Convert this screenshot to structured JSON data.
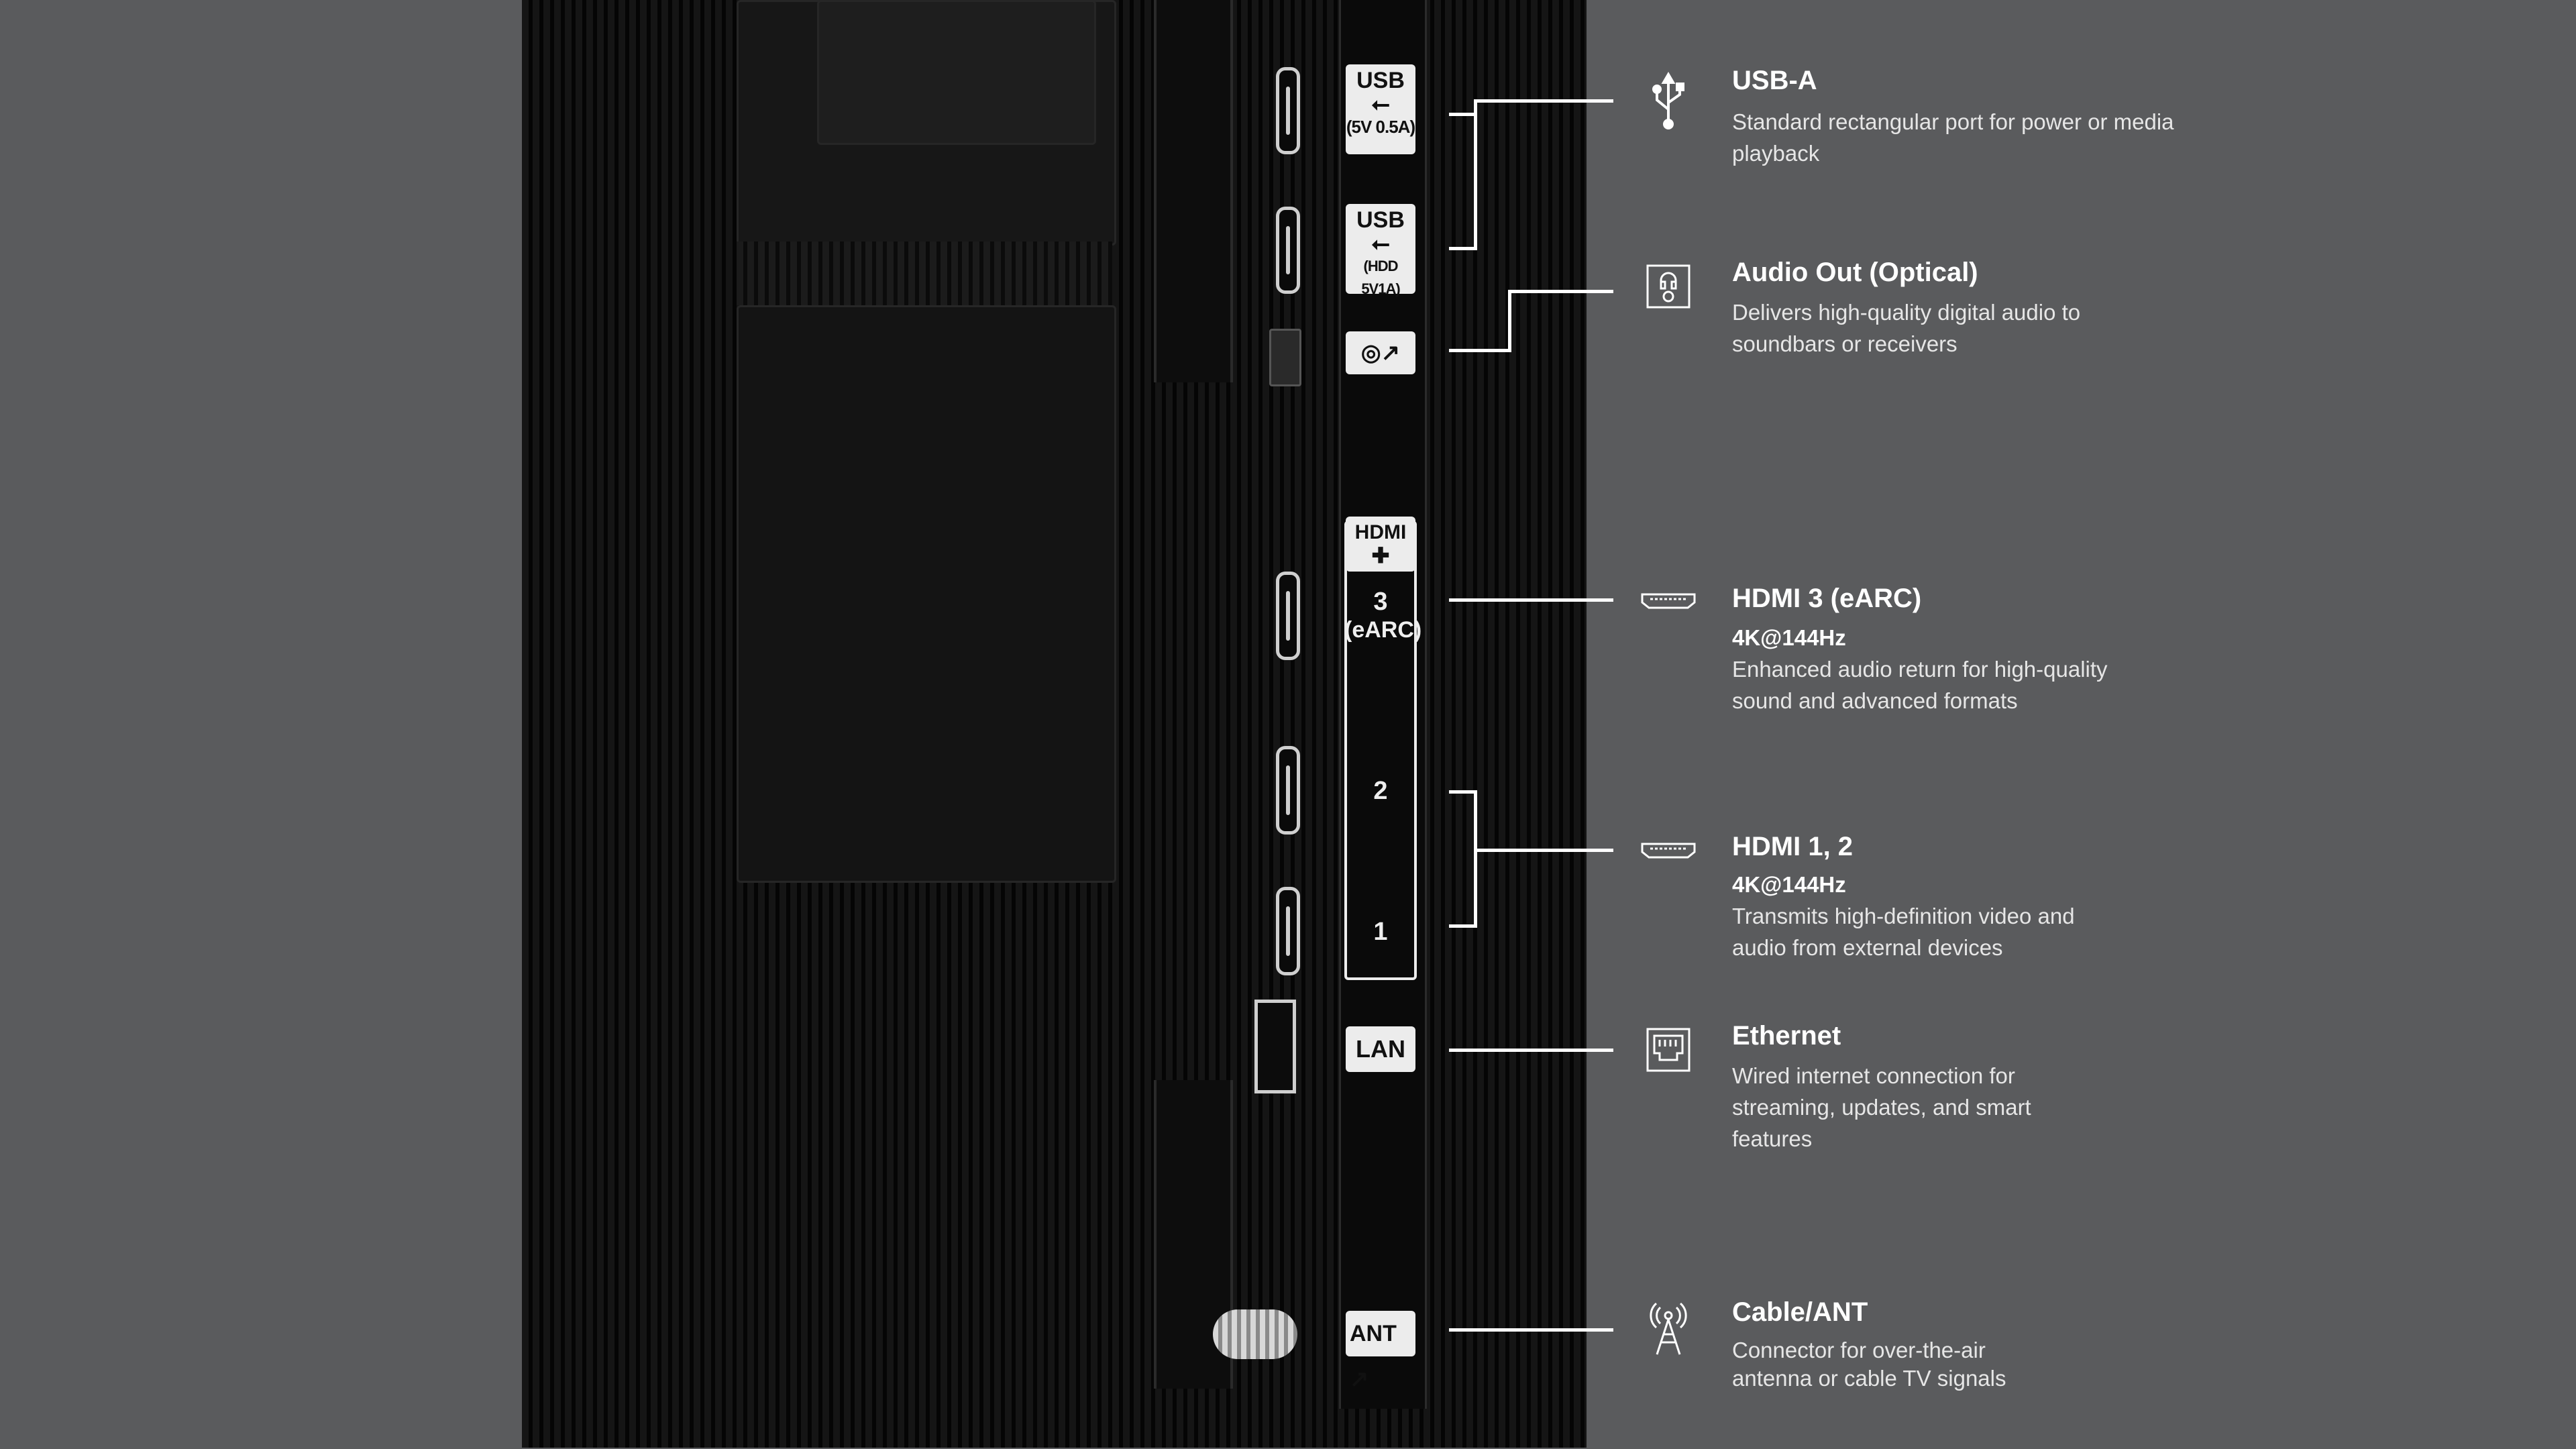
{
  "port_labels": {
    "usb1_top": "USB",
    "usb1_bottom": "(5V 0.5A)",
    "usb2_top": "USB",
    "usb2_bottom": "(HDD 5V1A)",
    "hdmi_top": "HDMI",
    "hdmi3": "3",
    "hdmi3_sub": "(eARC)",
    "hdmi2": "2",
    "hdmi1": "1",
    "lan": "LAN",
    "ant": "ANT"
  },
  "features": [
    {
      "icon": "usb-icon",
      "title": "USB-A",
      "spec": "",
      "desc": "Standard rectangular port for power or media playback"
    },
    {
      "icon": "optical-audio-icon",
      "title": "Audio Out (Optical)",
      "spec": "",
      "desc": "Delivers high-quality digital audio to soundbars or receivers"
    },
    {
      "icon": "hdmi-icon",
      "title": "HDMI 3 (eARC)",
      "spec": "4K@144Hz",
      "desc": "Enhanced audio return for high-quality sound and advanced formats"
    },
    {
      "icon": "hdmi-icon",
      "title": "HDMI 1, 2",
      "spec": "4K@144Hz",
      "desc": "Transmits high-definition video and audio from external devices"
    },
    {
      "icon": "ethernet-icon",
      "title": "Ethernet",
      "spec": "",
      "desc": "Wired internet connection for streaming, updates, and smart features"
    },
    {
      "icon": "antenna-icon",
      "title": "Cable/ANT",
      "spec": "",
      "desc": "Connector for over-the-air antenna or cable TV signals"
    }
  ]
}
